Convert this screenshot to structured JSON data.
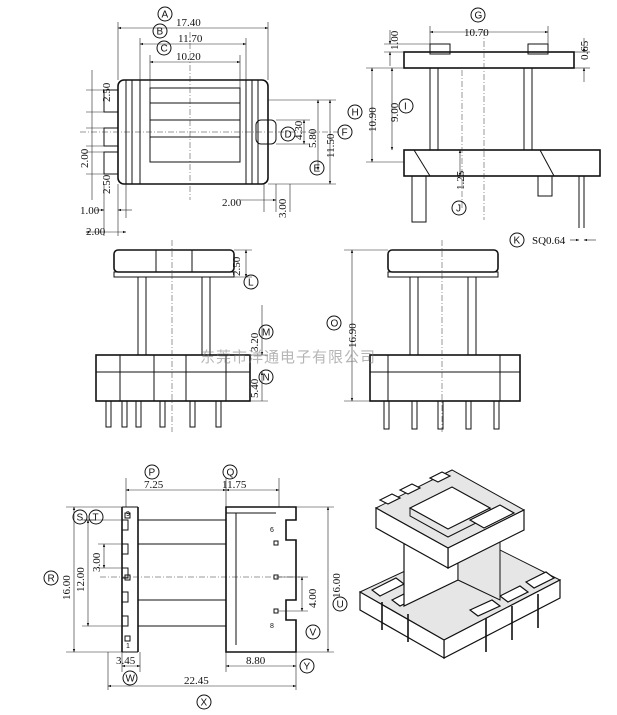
{
  "dimensions": {
    "top_width_outer": "17.40",
    "top_width_middle": "11.70",
    "top_width_inner": "10.20",
    "top_left_upper": "2.50",
    "top_left_gap": "2.00",
    "top_left_lower": "2.50",
    "top_left_step": "1.00",
    "top_left_offset": "2.00",
    "top_right_small": "4.30",
    "top_right_mid": "5.80",
    "top_right_total": "11.50",
    "top_bottom_w": "2.00",
    "top_bottom_h": "3.00",
    "side_top_width": "10.70",
    "side_left_a": "1.00",
    "side_right_a": "0.65",
    "side_h_total": "10.90",
    "side_h_inner": "9.00",
    "side_foot": "1.25",
    "side_pin": "SQ0.64",
    "front_flange": "2.50",
    "front_mid": "3.20",
    "front_base": "5.40",
    "side2_height": "16.90",
    "bottom_p": "7.25",
    "bottom_q": "11.75",
    "bottom_total_h": "16.00",
    "bottom_12": "12.00",
    "bottom_3": "3.00",
    "bottom_right_h": "16.00",
    "bottom_4": "4.00",
    "bottom_345": "3.45",
    "bottom_880": "8.80",
    "bottom_total_w": "22.45"
  },
  "markers": [
    "A",
    "B",
    "C",
    "D",
    "E",
    "F",
    "G",
    "H",
    "I",
    "J",
    "K",
    "L",
    "M",
    "N",
    "O",
    "P",
    "Q",
    "R",
    "S",
    "T",
    "U",
    "V",
    "W",
    "X",
    "Y"
  ],
  "pins": {
    "p6": "6",
    "p8": "8",
    "p9": "9",
    "p1": "1"
  },
  "watermark": "东莞市洋通电子有限公司"
}
